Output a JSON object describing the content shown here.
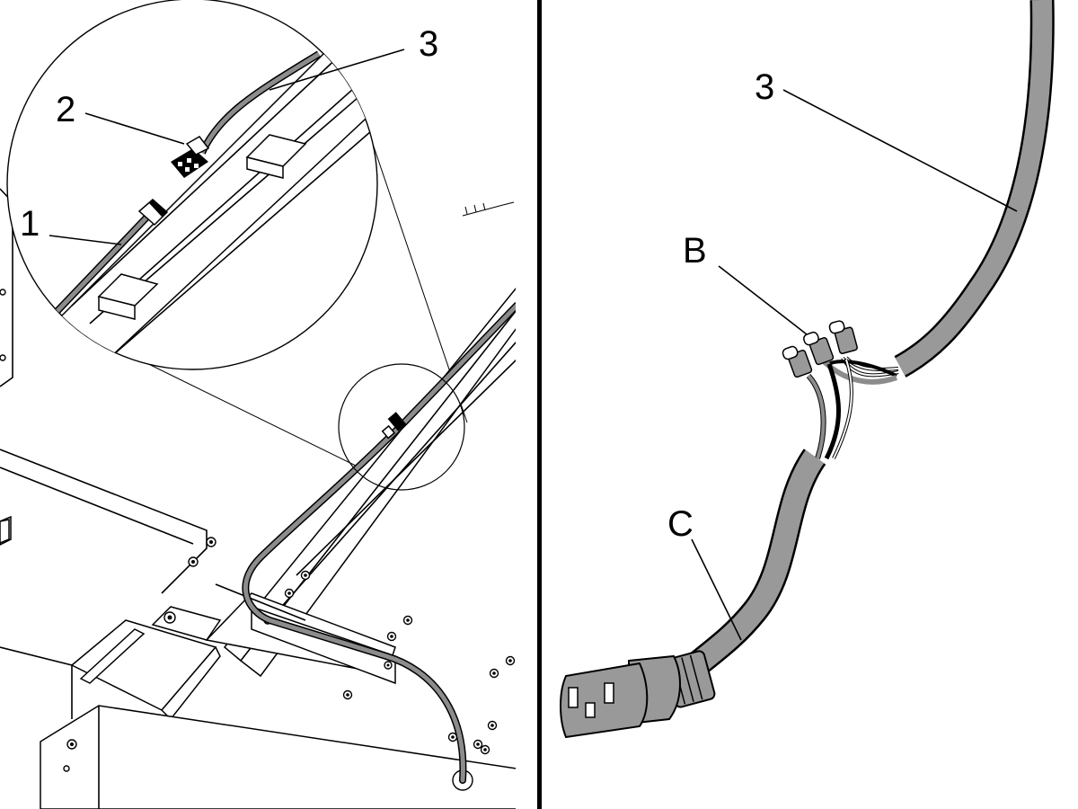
{
  "callouts": {
    "inset_1": "1",
    "inset_2": "2",
    "inset_3": "3",
    "right_3": "3",
    "right_b": "B",
    "right_c": "C"
  },
  "colors": {
    "ink": "#000000",
    "paper": "#ffffff",
    "cable_gray": "#8c8c8c",
    "jacket_gray": "#999999"
  },
  "icons": {
    "connector_2": "molex-connector-icon",
    "connector_1": "connector-end-icon",
    "wire_nuts_b": "wire-nut-icon",
    "plug_c": "iec-c13-plug-icon"
  }
}
